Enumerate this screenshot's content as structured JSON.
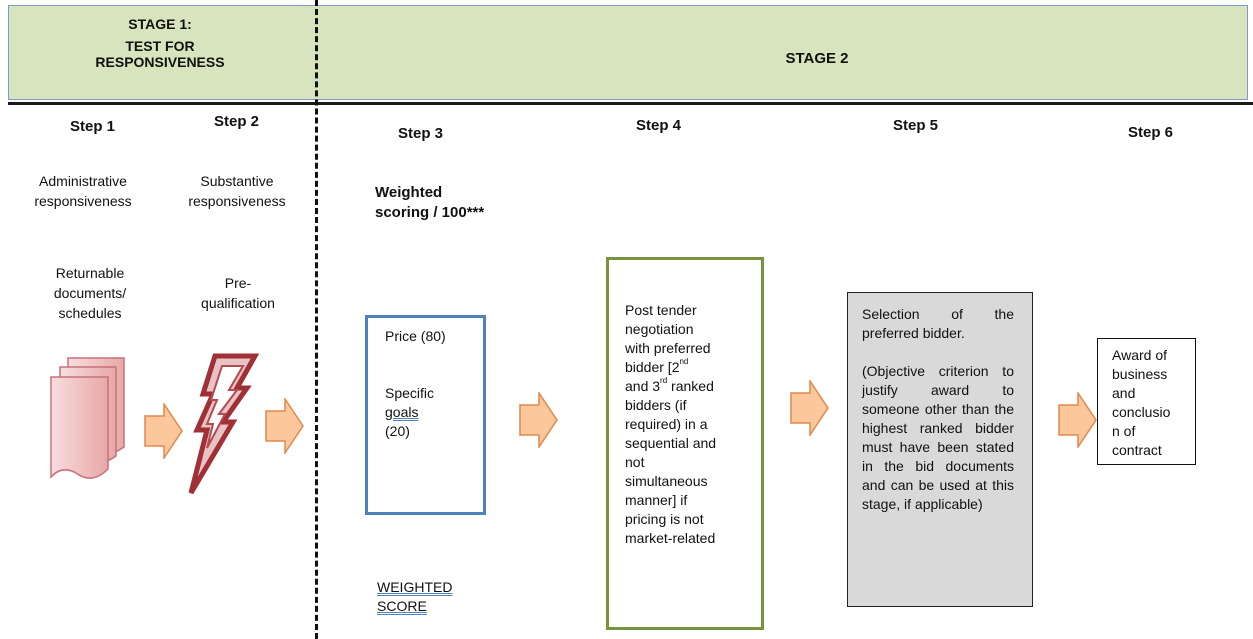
{
  "stage1": {
    "line1": "STAGE 1:",
    "line2": "TEST FOR",
    "line3": "RESPONSIVENESS"
  },
  "stage2": {
    "title": "STAGE 2"
  },
  "steps": [
    "Step 1",
    "Step 2",
    "Step 3",
    "Step 4",
    "Step 5",
    "Step 6"
  ],
  "col1": {
    "caption1": [
      "Administrative",
      "responsiveness"
    ],
    "caption2": [
      "Returnable",
      "documents/",
      "schedules"
    ]
  },
  "col2": {
    "caption1": [
      "Substantive",
      "responsiveness"
    ],
    "caption2": [
      "Pre-",
      "qualification"
    ]
  },
  "weighted_title": [
    "Weighted",
    "scoring / 100***"
  ],
  "price_box": {
    "price": "Price (80)",
    "goals1": "Specific",
    "goals2": "goals",
    "goals3": "(20)"
  },
  "score_label": [
    "WEIGHTED",
    "SCORE"
  ],
  "negotiation": {
    "l1": "Post tender",
    "l2": "negotiation",
    "l3": "with preferred",
    "l4": "bidder [2",
    "sup1": "nd",
    "l5": "and 3",
    "sup2": "rd",
    "l5b": " ranked",
    "l6": "bidders (if",
    "l7": "required) in a",
    "l8": "sequential and",
    "l9": "not",
    "l10": "simultaneous",
    "l11": "manner] if",
    "l12": "pricing is not",
    "l13": "market-related"
  },
  "selection": {
    "para1": "Selection of the preferred bidder.",
    "para2": "(Objective criterion to justify award to someone other than the highest ranked bidder must have been stated in the bid documents and can be used at this stage, if applicable)"
  },
  "award": [
    "Award of",
    "business",
    "and",
    "conclusio",
    "n of",
    "contract"
  ],
  "colors": {
    "stage_bg": "#d7e4bd",
    "arrow_fill": "#fbc79b",
    "arrow_stroke": "#e0894b",
    "price_border": "#4f81bd",
    "neg_border": "#77933c",
    "sel_bg": "#d9d9d9"
  }
}
